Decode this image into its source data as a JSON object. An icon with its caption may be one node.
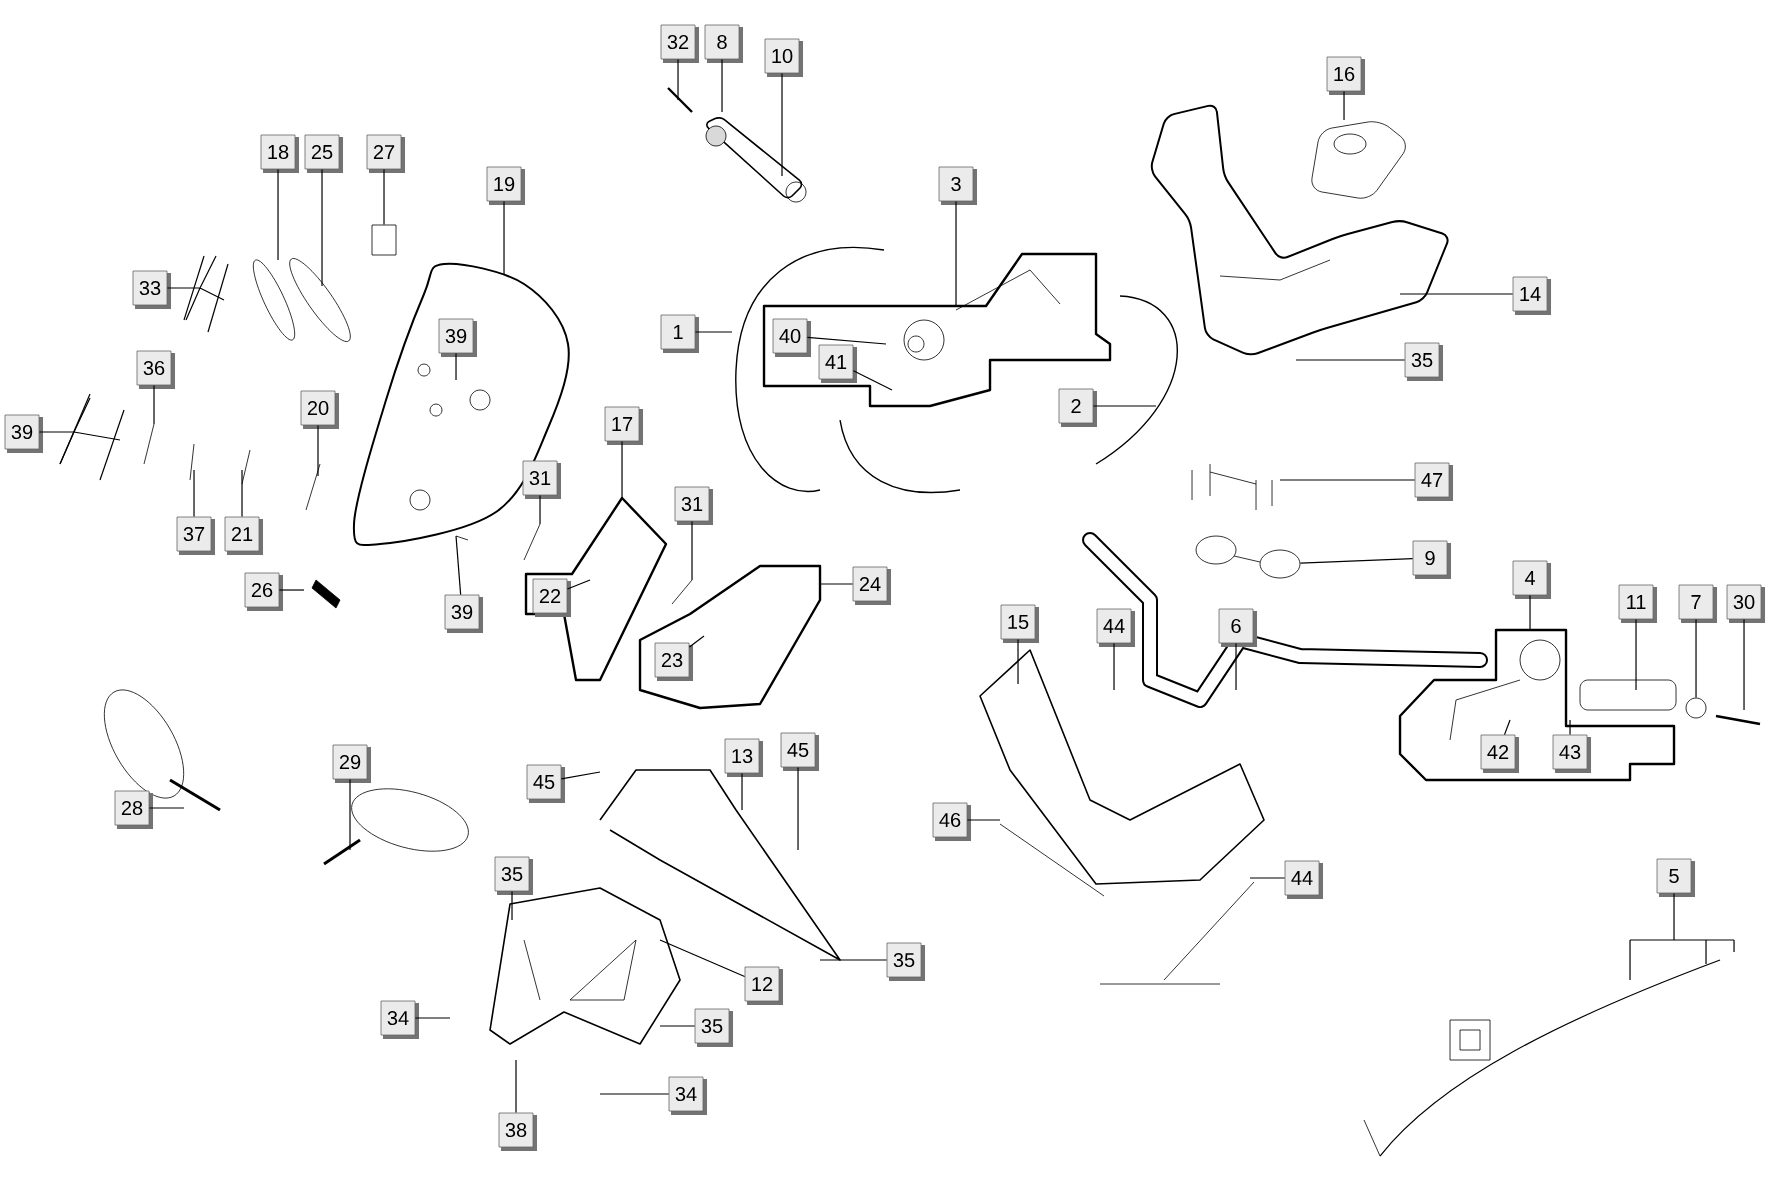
{
  "diagram": {
    "nodes": [
      {
        "text": [],
        "shape": "box"
      },
      {
        "text": [],
        "shape": "box"
      },
      {
        "text": [],
        "shape": "box"
      },
      {
        "text": [],
        "shape": "box"
      },
      {
        "text": [
          "32"
        ]
      },
      {
        "text": [
          "8"
        ]
      },
      {
        "text": [
          "10"
        ]
      },
      {
        "text": [
          "16"
        ]
      },
      {
        "text": [
          "18"
        ]
      },
      {
        "text": [
          "25"
        ]
      },
      {
        "text": [
          "27"
        ]
      },
      {
        "text": [
          "19"
        ]
      },
      {
        "text": [
          "3"
        ]
      },
      {
        "text": [
          "33"
        ]
      },
      {
        "text": [
          "1"
        ]
      },
      {
        "text": [
          "40"
        ],
        "in": 0
      },
      {
        "text": [
          "39"
        ]
      },
      {
        "text": [
          "14"
        ]
      },
      {
        "text": [
          "41"
        ],
        "in": 0
      },
      {
        "text": [
          "35"
        ]
      },
      {
        "text": [
          "36"
        ]
      },
      {
        "text": [
          "20"
        ]
      },
      {
        "text": [
          "2"
        ]
      },
      {
        "text": [
          "17"
        ]
      },
      {
        "text": [
          "39"
        ]
      },
      {
        "text": [
          "31"
        ]
      },
      {
        "text": [
          "47"
        ]
      },
      {
        "text": [
          "31"
        ]
      },
      {
        "text": [
          "24"
        ]
      },
      {
        "text": [
          "9"
        ]
      },
      {
        "text": [
          "37"
        ]
      },
      {
        "text": [
          "21"
        ]
      },
      {
        "text": [
          "26"
        ]
      },
      {
        "text": [
          "39"
        ]
      },
      {
        "text": [
          "22"
        ],
        "in": 1
      },
      {
        "text": [
          "4"
        ]
      },
      {
        "text": [
          "11"
        ]
      },
      {
        "text": [
          "7"
        ]
      },
      {
        "text": [
          "30"
        ]
      },
      {
        "text": [
          "15"
        ]
      },
      {
        "text": [
          "44"
        ]
      },
      {
        "text": [
          "6"
        ]
      },
      {
        "text": [
          "23"
        ],
        "in": 2
      },
      {
        "text": [
          "28"
        ]
      },
      {
        "text": [
          "42"
        ],
        "in": 3
      },
      {
        "text": [
          "43"
        ],
        "in": 3
      },
      {
        "text": [
          "29"
        ]
      },
      {
        "text": [
          "13"
        ]
      },
      {
        "text": [
          "45"
        ]
      },
      {
        "text": [
          "45"
        ]
      },
      {
        "text": [
          "46"
        ]
      },
      {
        "text": [
          "35"
        ]
      },
      {
        "text": [
          "44"
        ]
      },
      {
        "text": [
          "5"
        ]
      },
      {
        "text": [
          "35"
        ]
      },
      {
        "text": [
          "12"
        ]
      },
      {
        "text": [
          "34"
        ]
      },
      {
        "text": [
          "35"
        ]
      },
      {
        "text": [
          "34"
        ]
      },
      {
        "text": [
          "38"
        ]
      },
      {
        "text": [],
        "shape": "box"
      },
      {
        "text": [],
        "shape": "circle"
      },
      {
        "text": [],
        "shape": "circle"
      }
    ],
    "edges": [
      {
        "from": 4,
        "to": null,
        "arrow": "none"
      },
      {
        "from": 5,
        "to": null,
        "arrow": "none"
      },
      {
        "from": 6,
        "to": null,
        "arrow": "none"
      },
      {
        "from": 7,
        "to": null,
        "arrow": "none"
      },
      {
        "from": 8,
        "to": null,
        "arrow": "none"
      },
      {
        "from": 9,
        "to": null,
        "arrow": "none"
      },
      {
        "from": 10,
        "to": 60,
        "arrow": "none"
      },
      {
        "from": 11,
        "to": null,
        "arrow": "none"
      },
      {
        "from": 12,
        "to": 0,
        "arrow": "none"
      },
      {
        "from": 13,
        "to": null,
        "arrow": "none"
      },
      {
        "from": 14,
        "to": null,
        "arrow": "none"
      },
      {
        "from": 15,
        "to": null,
        "arrow": "none"
      },
      {
        "from": 16,
        "to": null,
        "arrow": "none"
      },
      {
        "from": 17,
        "to": null,
        "arrow": "none"
      },
      {
        "from": 18,
        "to": null,
        "arrow": "none"
      },
      {
        "from": 19,
        "to": null,
        "arrow": "none"
      },
      {
        "from": 20,
        "to": null,
        "arrow": "none"
      },
      {
        "from": 21,
        "to": null,
        "arrow": "none"
      },
      {
        "from": 22,
        "to": null,
        "arrow": "none"
      },
      {
        "from": 23,
        "to": 1,
        "arrow": "none"
      },
      {
        "from": 24,
        "to": null,
        "arrow": "none"
      },
      {
        "from": 25,
        "to": null,
        "arrow": "none"
      },
      {
        "from": 26,
        "to": null,
        "arrow": "none"
      },
      {
        "from": 27,
        "to": null,
        "arrow": "none"
      },
      {
        "from": 28,
        "to": 2,
        "arrow": "none"
      },
      {
        "from": 29,
        "to": 61,
        "arrow": "none"
      },
      {
        "from": 30,
        "to": null,
        "arrow": "none"
      },
      {
        "from": 31,
        "to": null,
        "arrow": "none"
      },
      {
        "from": 32,
        "to": null,
        "arrow": "none"
      },
      {
        "from": 33,
        "to": null,
        "arrow": "none"
      },
      {
        "from": 34,
        "to": null,
        "arrow": "none"
      },
      {
        "from": 35,
        "to": 3,
        "arrow": "none"
      },
      {
        "from": 36,
        "to": null,
        "arrow": "none"
      },
      {
        "from": 37,
        "to": 62,
        "arrow": "none"
      },
      {
        "from": 38,
        "to": null,
        "arrow": "none"
      },
      {
        "from": 39,
        "to": null,
        "arrow": "none"
      },
      {
        "from": 40,
        "to": null,
        "arrow": "none"
      },
      {
        "from": 41,
        "to": null,
        "arrow": "none"
      },
      {
        "from": 42,
        "to": null,
        "arrow": "none"
      },
      {
        "from": 43,
        "to": null,
        "arrow": "none"
      },
      {
        "from": 44,
        "to": null,
        "arrow": "none"
      },
      {
        "from": 45,
        "to": null,
        "arrow": "none"
      },
      {
        "from": 46,
        "to": null,
        "arrow": "none"
      },
      {
        "from": 47,
        "to": null,
        "arrow": "none"
      },
      {
        "from": 48,
        "to": null,
        "arrow": "none"
      },
      {
        "from": 49,
        "to": null,
        "arrow": "none"
      },
      {
        "from": 50,
        "to": null,
        "arrow": "none"
      },
      {
        "from": 51,
        "to": null,
        "arrow": "none"
      },
      {
        "from": 52,
        "to": null,
        "arrow": "none"
      },
      {
        "from": 53,
        "to": null,
        "arrow": "none"
      },
      {
        "from": 54,
        "to": null,
        "arrow": "none"
      },
      {
        "from": 55,
        "to": null,
        "arrow": "none"
      },
      {
        "from": 56,
        "to": null,
        "arrow": "none"
      },
      {
        "from": 57,
        "to": null,
        "arrow": "none"
      },
      {
        "from": 58,
        "to": null,
        "arrow": "none"
      },
      {
        "from": 59,
        "to": null,
        "arrow": "none"
      }
    ]
  }
}
